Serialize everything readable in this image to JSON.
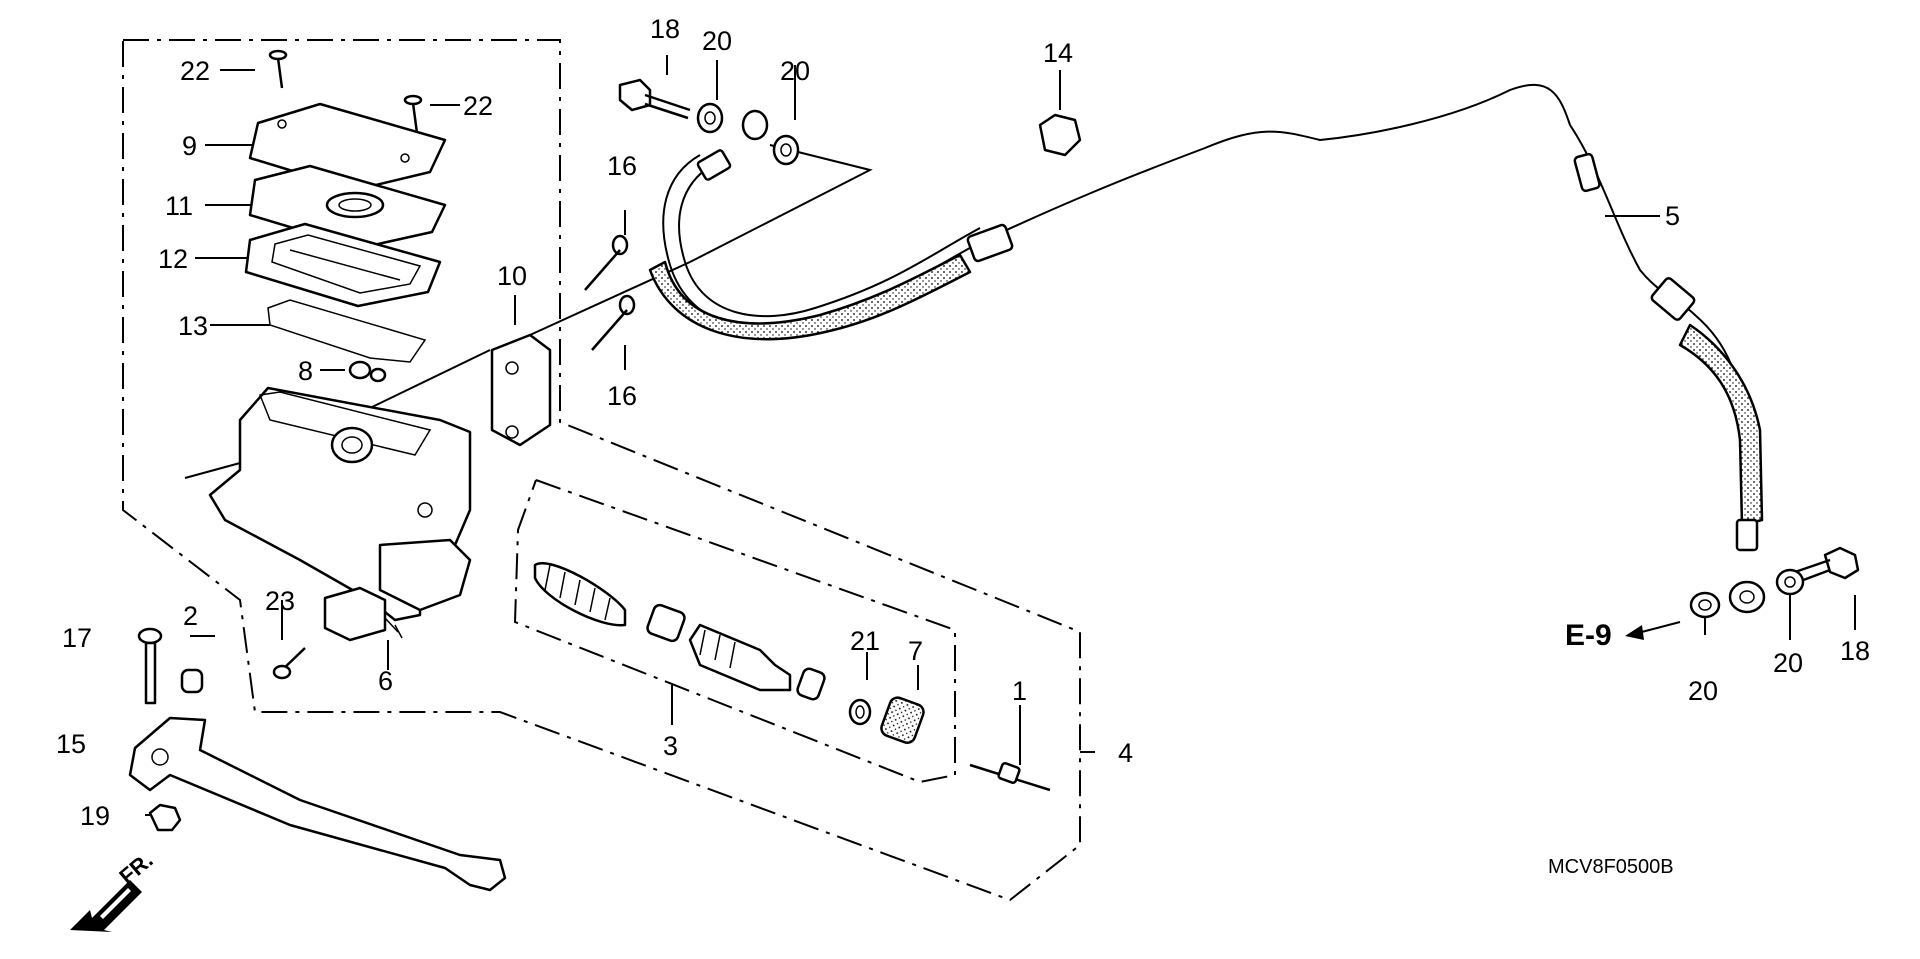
{
  "diagram_code": "MCV8F0500B",
  "ref_label": "E-9",
  "fr_label": "FR.",
  "callouts": {
    "c1": "1",
    "c2": "2",
    "c3": "3",
    "c4": "4",
    "c5": "5",
    "c6": "6",
    "c7": "7",
    "c8": "8",
    "c9": "9",
    "c10": "10",
    "c11": "11",
    "c12": "12",
    "c13": "13",
    "c14": "14",
    "c15": "15",
    "c16a": "16",
    "c16b": "16",
    "c17": "17",
    "c18a": "18",
    "c18b": "18",
    "c19": "19",
    "c20a": "20",
    "c20b": "20",
    "c20c": "20",
    "c20d": "20",
    "c21": "21",
    "c22a": "22",
    "c22b": "22",
    "c23": "23"
  }
}
